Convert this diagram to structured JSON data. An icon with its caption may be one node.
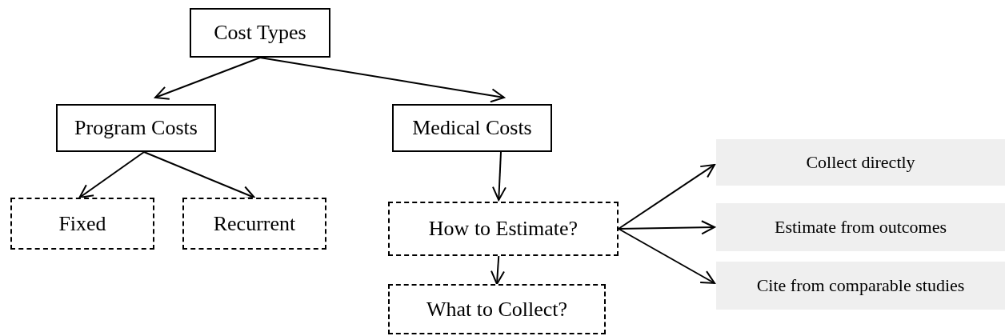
{
  "diagram": {
    "nodes": [
      {
        "text": [
          "Cost Types"
        ]
      },
      {
        "text": [
          "Program Costs"
        ]
      },
      {
        "text": [
          "Medical Costs"
        ]
      },
      {
        "text": [
          "Fixed"
        ]
      },
      {
        "text": [
          "Recurrent"
        ]
      },
      {
        "text": [
          "How to Estimate?"
        ]
      },
      {
        "text": [
          "What to Collect?"
        ]
      },
      {
        "text": [
          "Collect directly"
        ]
      },
      {
        "text": [
          "Estimate from outcomes"
        ]
      },
      {
        "text": [
          "Cite from comparable studies"
        ]
      }
    ],
    "edges": [
      {
        "from": 0,
        "to": 1,
        "arrow": "to"
      },
      {
        "from": 0,
        "to": 2,
        "arrow": "to"
      },
      {
        "from": 1,
        "to": 3,
        "arrow": "to"
      },
      {
        "from": 1,
        "to": 4,
        "arrow": "to"
      },
      {
        "from": 2,
        "to": 5,
        "arrow": "to"
      },
      {
        "from": 5,
        "to": 6,
        "arrow": "to"
      },
      {
        "from": 5,
        "to": 7,
        "arrow": "to"
      },
      {
        "from": 5,
        "to": 8,
        "arrow": "to"
      },
      {
        "from": 5,
        "to": 9,
        "arrow": "to"
      }
    ]
  }
}
